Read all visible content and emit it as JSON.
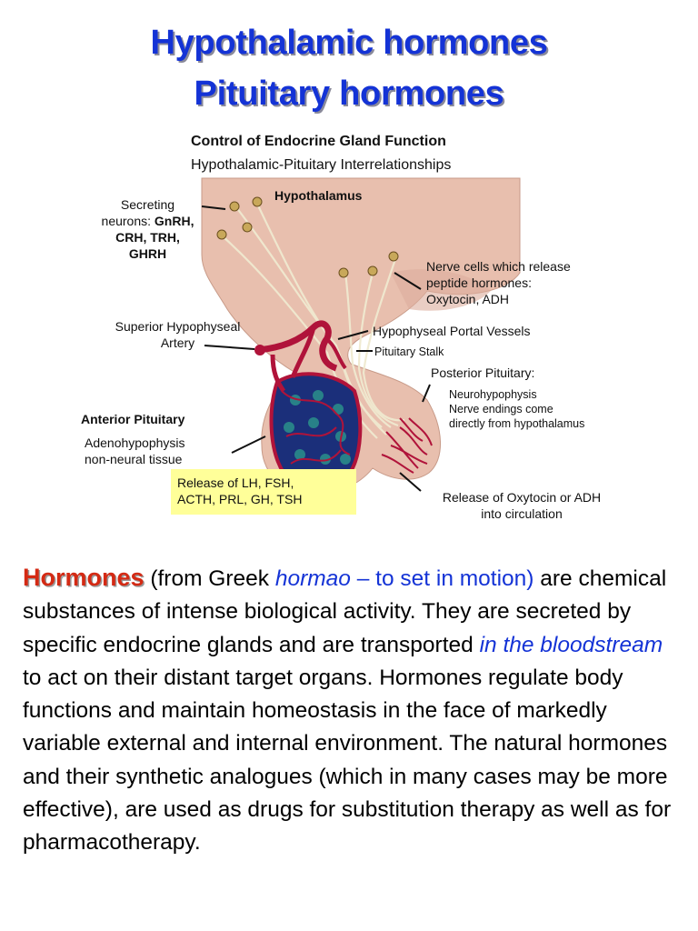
{
  "title": {
    "line1": "Hypothalamic hormones",
    "line2": "Pituitary hormones"
  },
  "diagram": {
    "heading": "Control of Endocrine Gland Function",
    "subheading": "Hypothalamic-Pituitary  Interrelationships",
    "hypothalamus_label": "Hypothalamus",
    "secreting": {
      "line1": "Secreting",
      "line2_prefix": "neurons: ",
      "line2_bold": "GnRH,",
      "line3": "CRH, TRH,",
      "line4": "GHRH"
    },
    "nerve_cells": {
      "line1": "Nerve cells which release",
      "line2": "peptide hormones:",
      "line3": "Oxytocin, ADH"
    },
    "superior_artery": {
      "line1": "Superior Hypophyseal",
      "line2": "Artery"
    },
    "portal_vessels": "Hypophyseal Portal Vessels",
    "pituitary_stalk": "Pituitary Stalk",
    "posterior": {
      "title": "Posterior Pituitary:",
      "line1": "Neurohypophysis",
      "line2": "Nerve endings come",
      "line3": "directly from hypothalamus"
    },
    "anterior": {
      "title": "Anterior Pituitary",
      "line1": "Adenohypophysis",
      "line2": "non-neural tissue"
    },
    "release_anterior": {
      "line1": "Release of LH, FSH,",
      "line2": "ACTH, PRL, GH, TSH"
    },
    "release_posterior": {
      "line1": "Release of Oxytocin or ADH",
      "line2": "into circulation"
    },
    "colors": {
      "tissue": "#e8bfae",
      "vessel": "#b0133a",
      "highlight": "#ffff99"
    }
  },
  "body": {
    "hormones_word": "Hormones",
    "from_greek": " (from Greek ",
    "hormao": "hormao",
    "dash_motion": " – to set in motion)",
    "sentence1_rest": " are chemical substances of intense biological activity. They are secreted by specific endocrine glands and are transported ",
    "bloodstream": "in the bloodstream",
    "sentence2_rest": " to act on their distant target organs. Hormones regulate body functions and maintain homeostasis in the face of markedly variable external and internal environment. The natural hormones and their synthetic analogues (which in many cases may be more effective), are used as drugs for substitution therapy as well as for pharmacotherapy."
  }
}
